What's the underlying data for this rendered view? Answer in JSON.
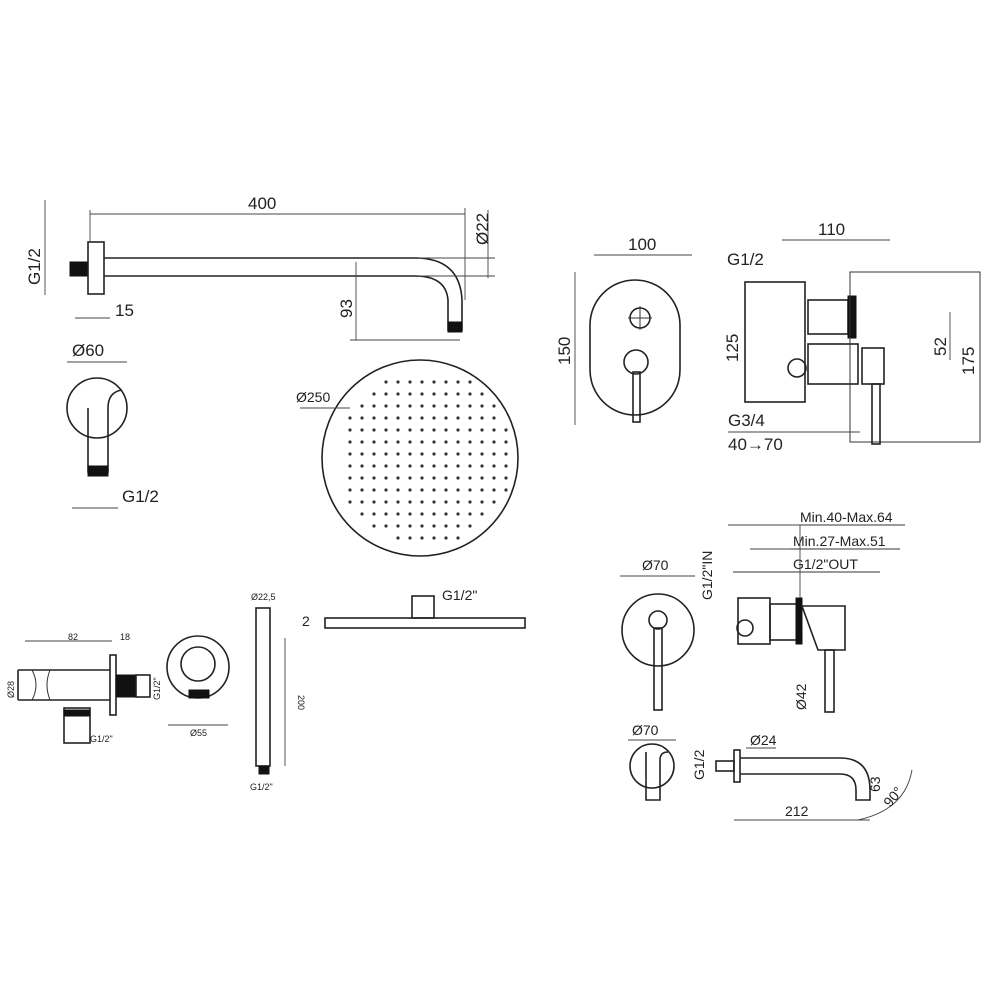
{
  "shower_arm": {
    "length": "400",
    "diameter": "Ø22",
    "thread": "G1/2",
    "flange": "15",
    "drop": "93"
  },
  "arm_flange": {
    "diameter": "Ø60",
    "thread": "G1/2"
  },
  "shower_head": {
    "diameter": "Ø250",
    "thickness": "2",
    "thread": "G1/2\""
  },
  "wall_outlet": {
    "length": "82",
    "width": "18",
    "diameter": "Ø28",
    "thread_side": "G1/2\"",
    "thread_bottom": "G1/2\"",
    "rosette": "Ø55"
  },
  "hand_shower": {
    "diameter": "Ø22,5",
    "length": "200",
    "thread": "G1/2\""
  },
  "diverter_mixer": {
    "width": "100",
    "height": "150",
    "depth": "110",
    "inlet": "G1/2",
    "body_height": "125",
    "outlet": "G3/4",
    "offset": "52",
    "total_height": "175",
    "range": "40→70"
  },
  "single_mixer": {
    "diameter": "Ø70",
    "inlet": "G1/2\"IN",
    "range_a": "Min.40-Max.64",
    "range_b": "Min.27-Max.51",
    "outlet": "G1/2\"OUT",
    "body": "Ø42"
  },
  "spout": {
    "rosette": "Ø70",
    "thread": "G1/2",
    "diameter": "Ø24",
    "length": "212",
    "drop": "63",
    "angle": "90°"
  }
}
